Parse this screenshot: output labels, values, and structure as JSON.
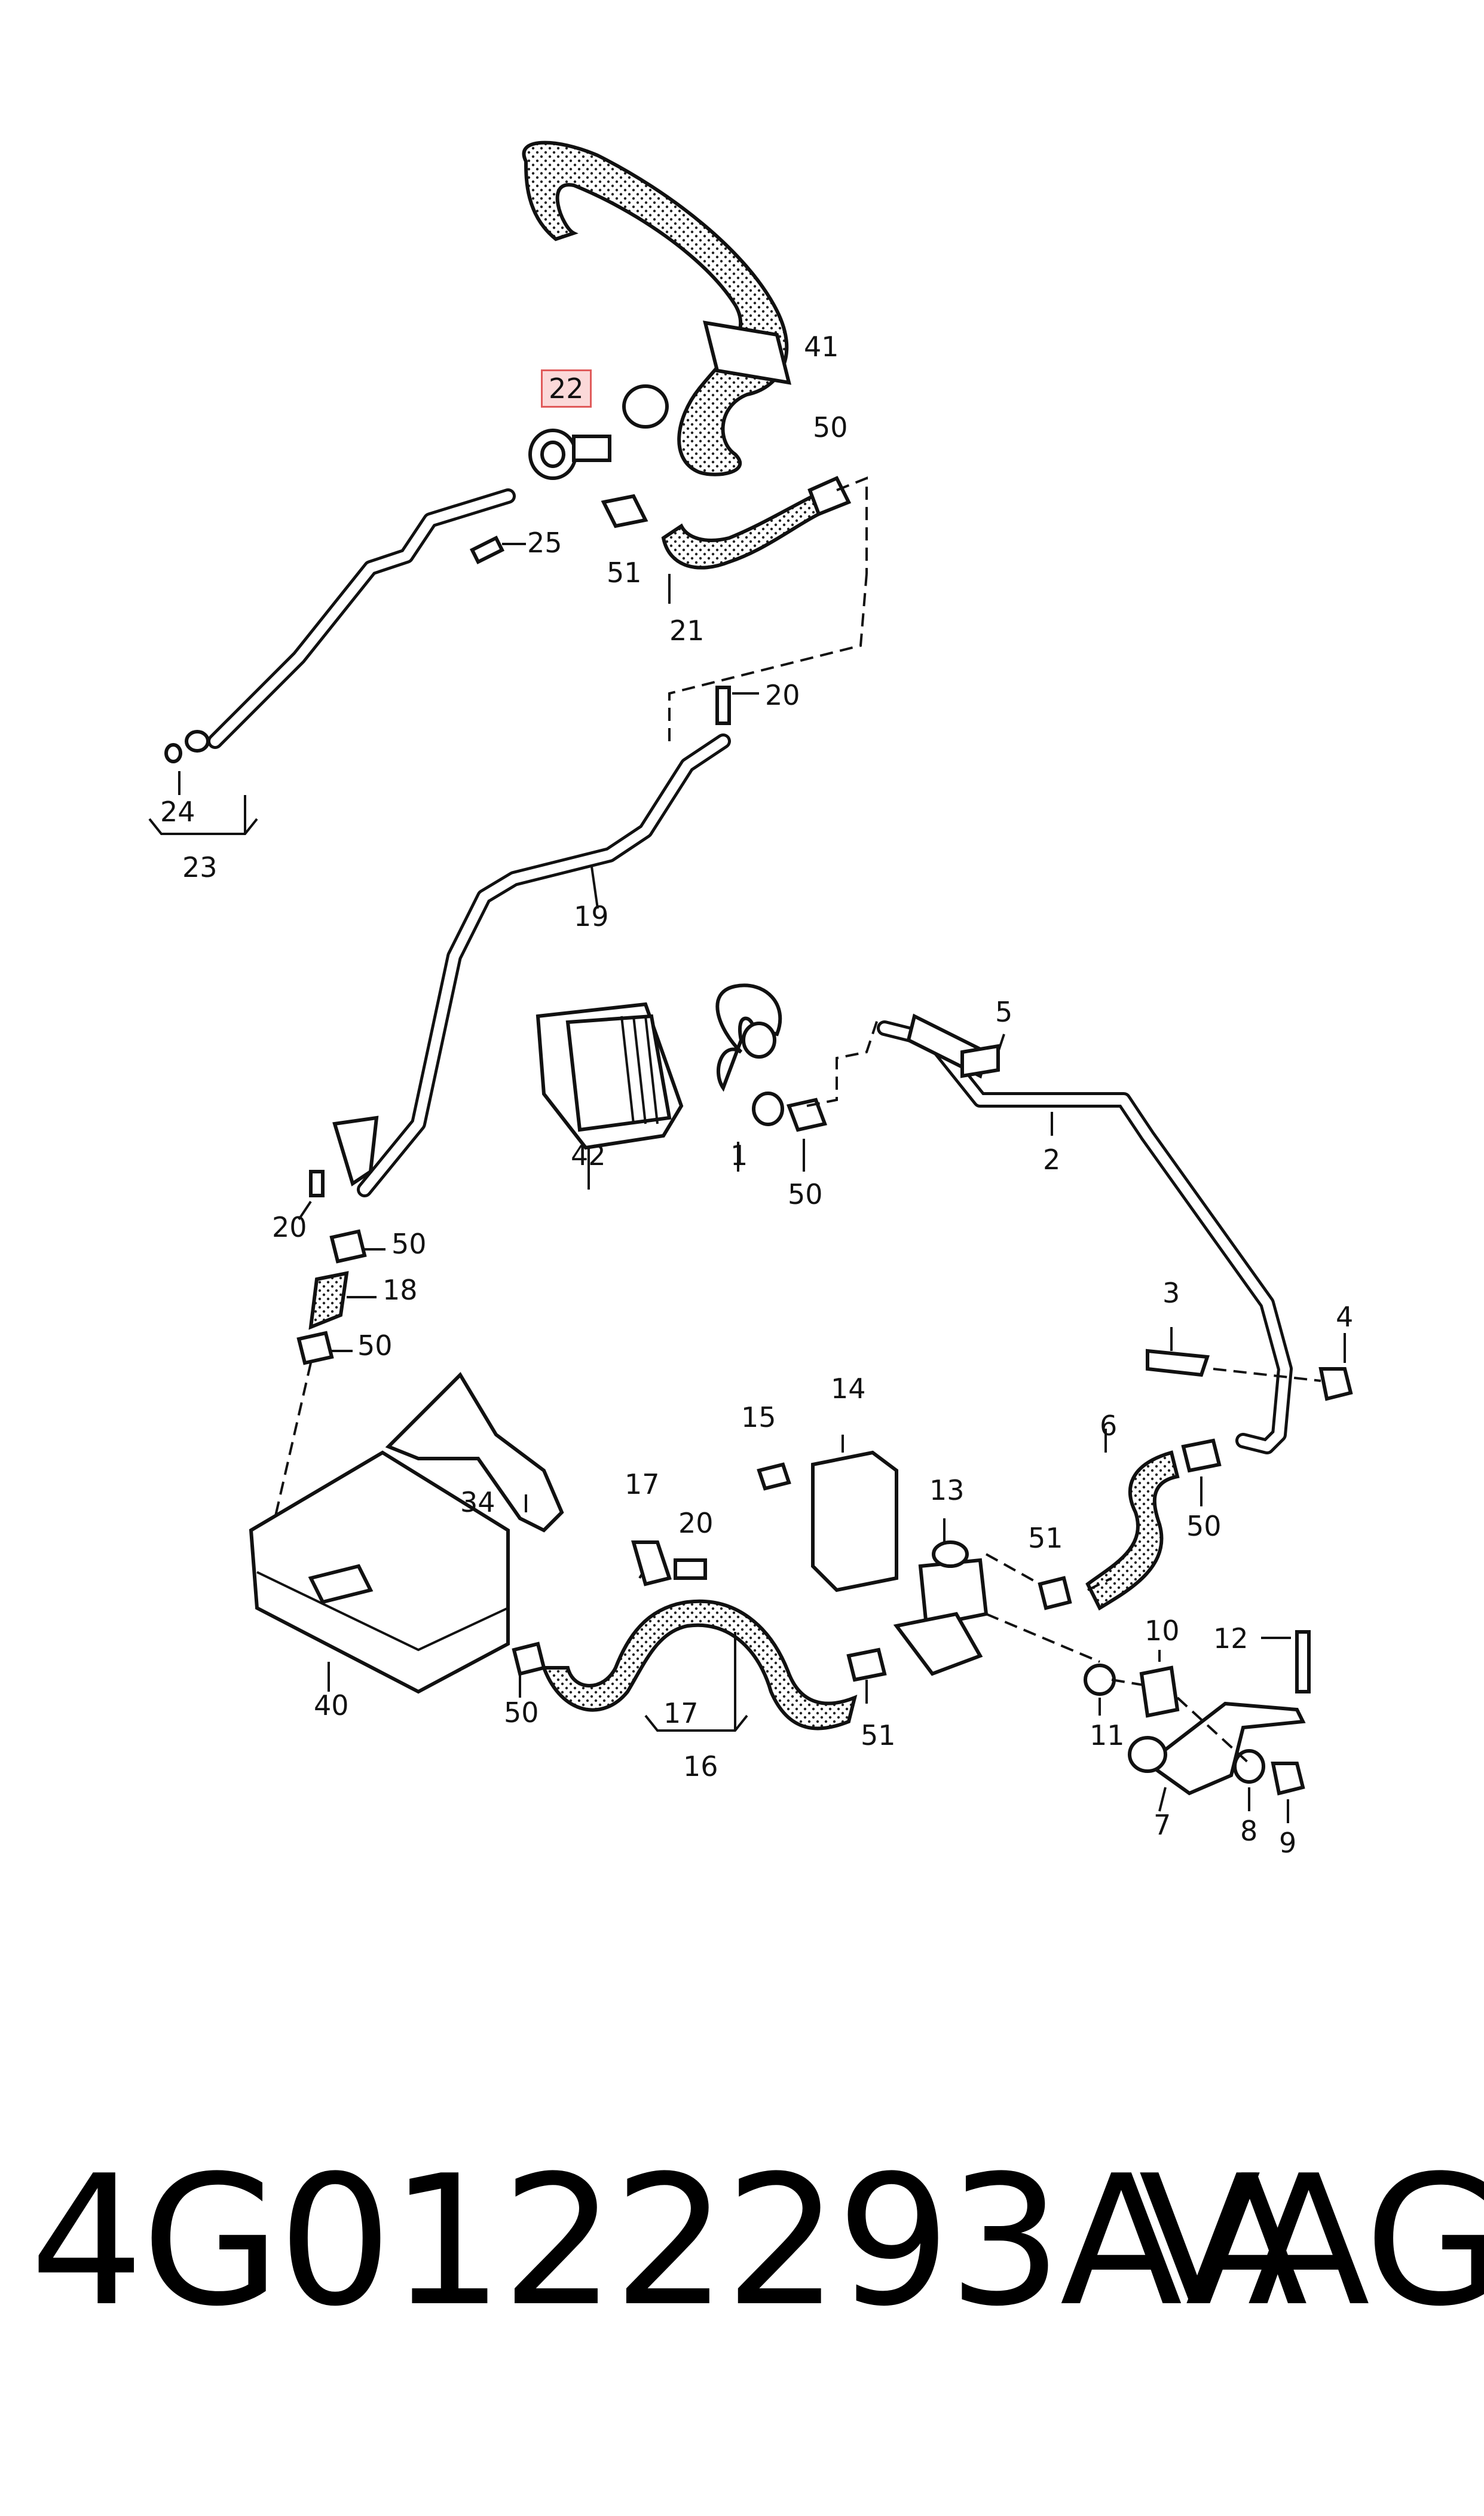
{
  "diagram": {
    "labels": {
      "l41": "41",
      "l22": "22",
      "l50a": "50",
      "l25": "25",
      "l51a": "51",
      "l21": "21",
      "l20a": "20",
      "l24": "24",
      "l23": "23",
      "l19": "19",
      "l5": "5",
      "l42": "42",
      "l1": "1",
      "l50b": "50",
      "l2": "2",
      "l20b": "20",
      "l50c": "50",
      "l18": "18",
      "l50d": "50",
      "l3": "3",
      "l4": "4",
      "l6": "6",
      "l34": "34",
      "l15": "15",
      "l14": "14",
      "l17a": "17",
      "l20c": "20",
      "l13": "13",
      "l51b": "51",
      "l50e": "50",
      "l10": "10",
      "l12": "12",
      "l40": "40",
      "l50f": "50",
      "l17b": "17",
      "l16": "16",
      "l51c": "51",
      "l11": "11",
      "l7": "7",
      "l8": "8",
      "l9": "9"
    },
    "highlighted_label": "22"
  },
  "footer": {
    "part_number": "4G0122293AA",
    "brand": "VAG"
  },
  "colors": {
    "highlight_fill": "#fbd9d9",
    "highlight_border": "#e05a5a",
    "ink": "#111111"
  }
}
